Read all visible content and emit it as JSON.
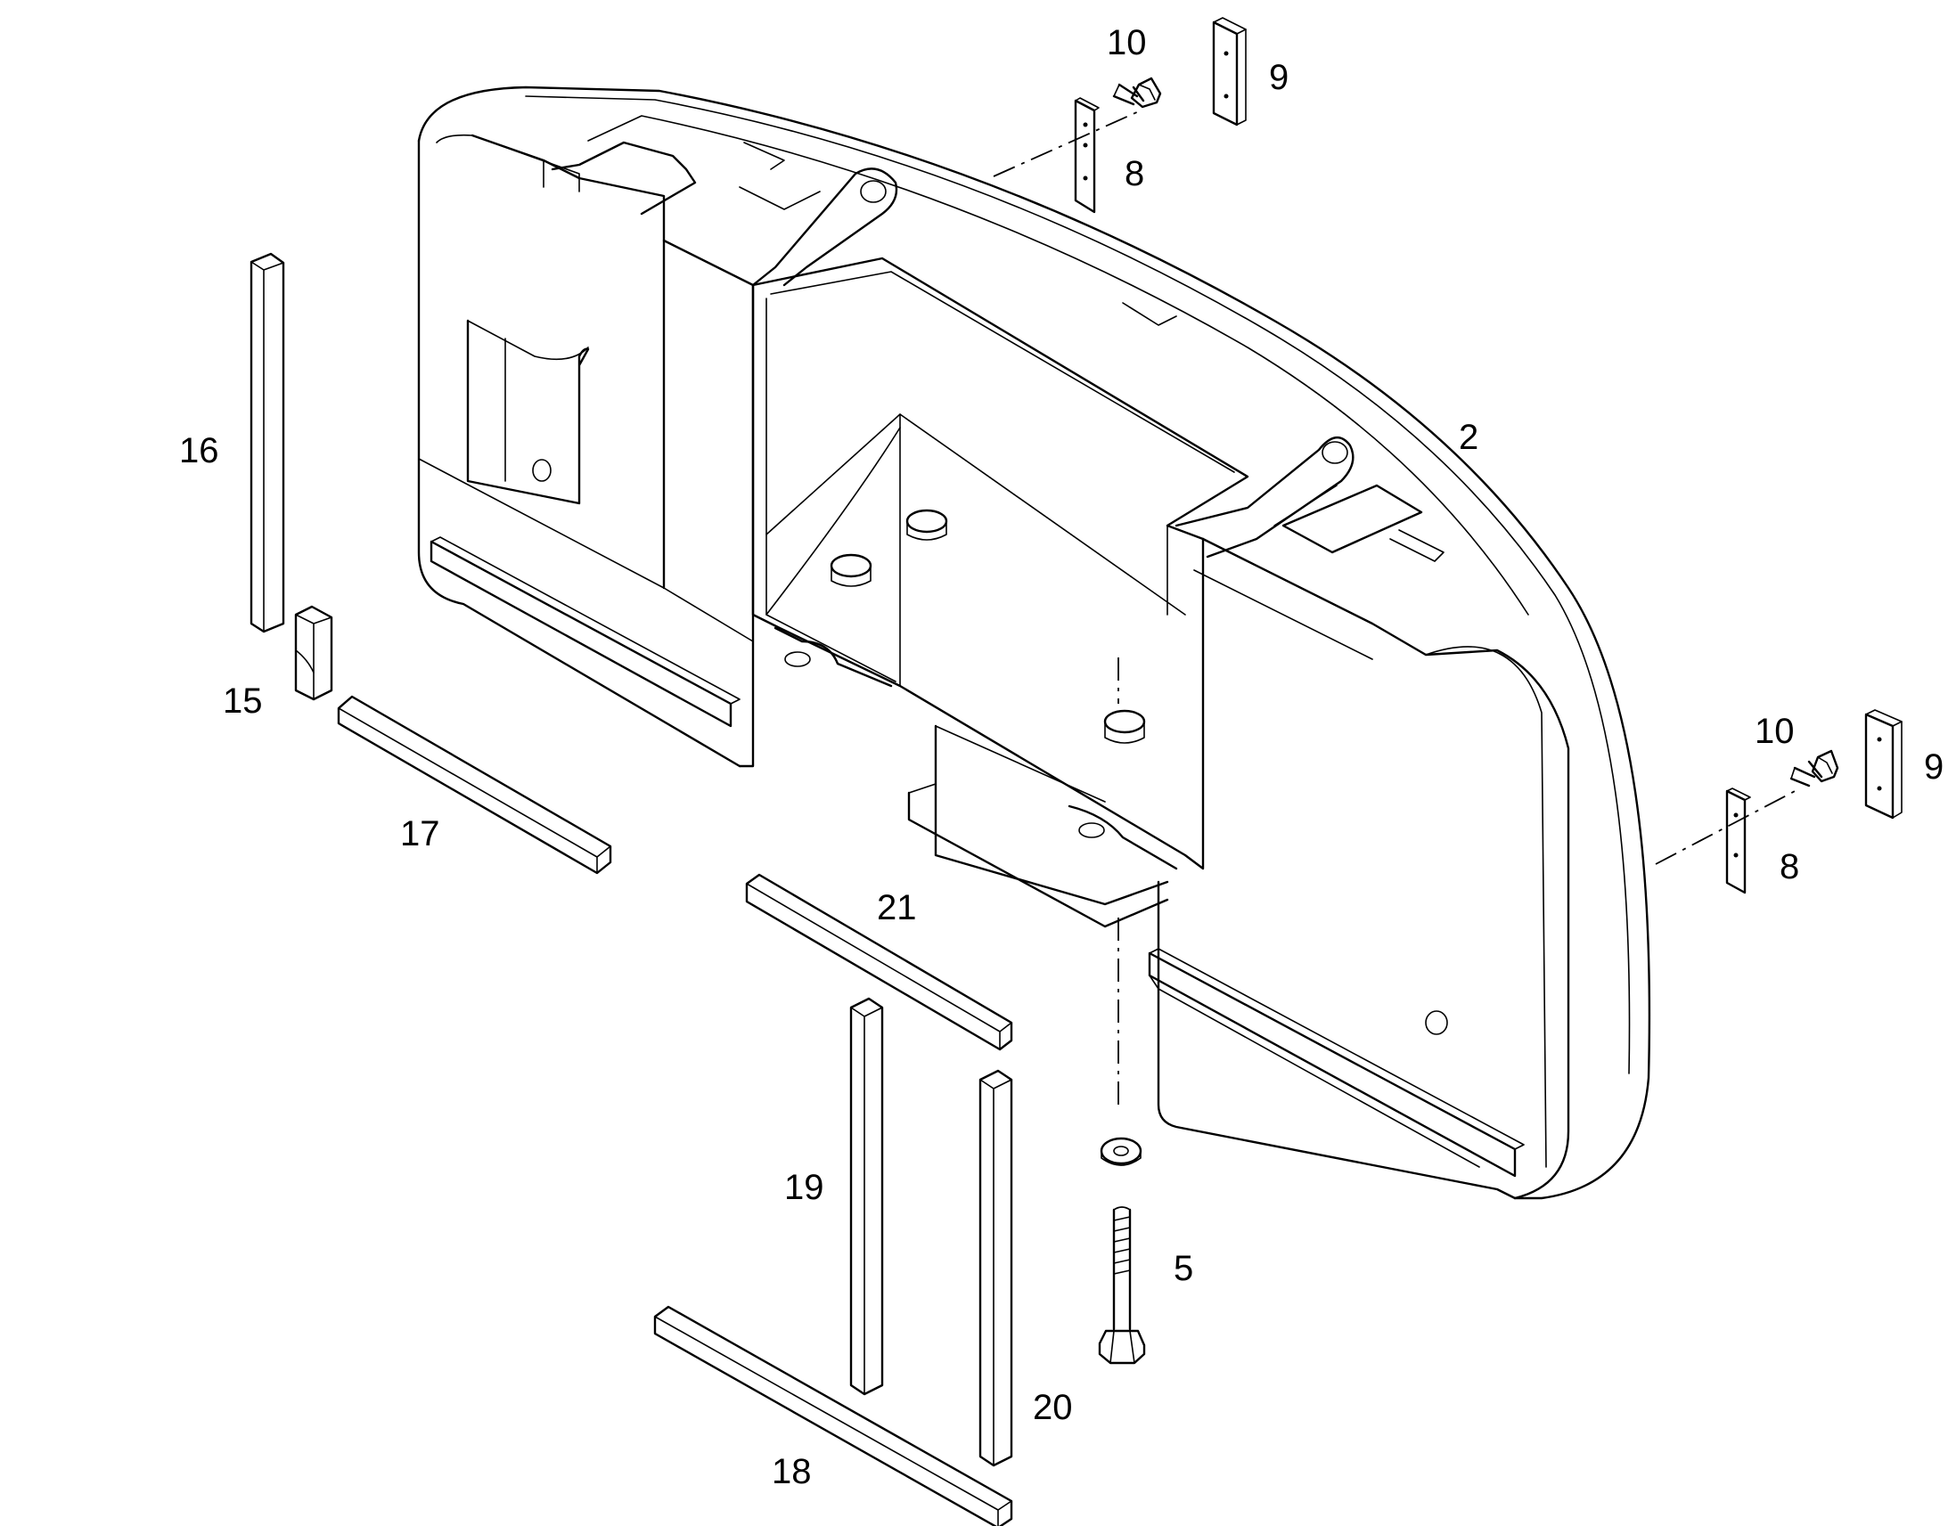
{
  "callouts": {
    "c2": "2",
    "c5": "5",
    "c8a": "8",
    "c8b": "8",
    "c9a": "9",
    "c9b": "9",
    "c10a": "10",
    "c10b": "10",
    "c15": "15",
    "c16": "16",
    "c17": "17",
    "c18": "18",
    "c19": "19",
    "c20": "20",
    "c21": "21"
  }
}
